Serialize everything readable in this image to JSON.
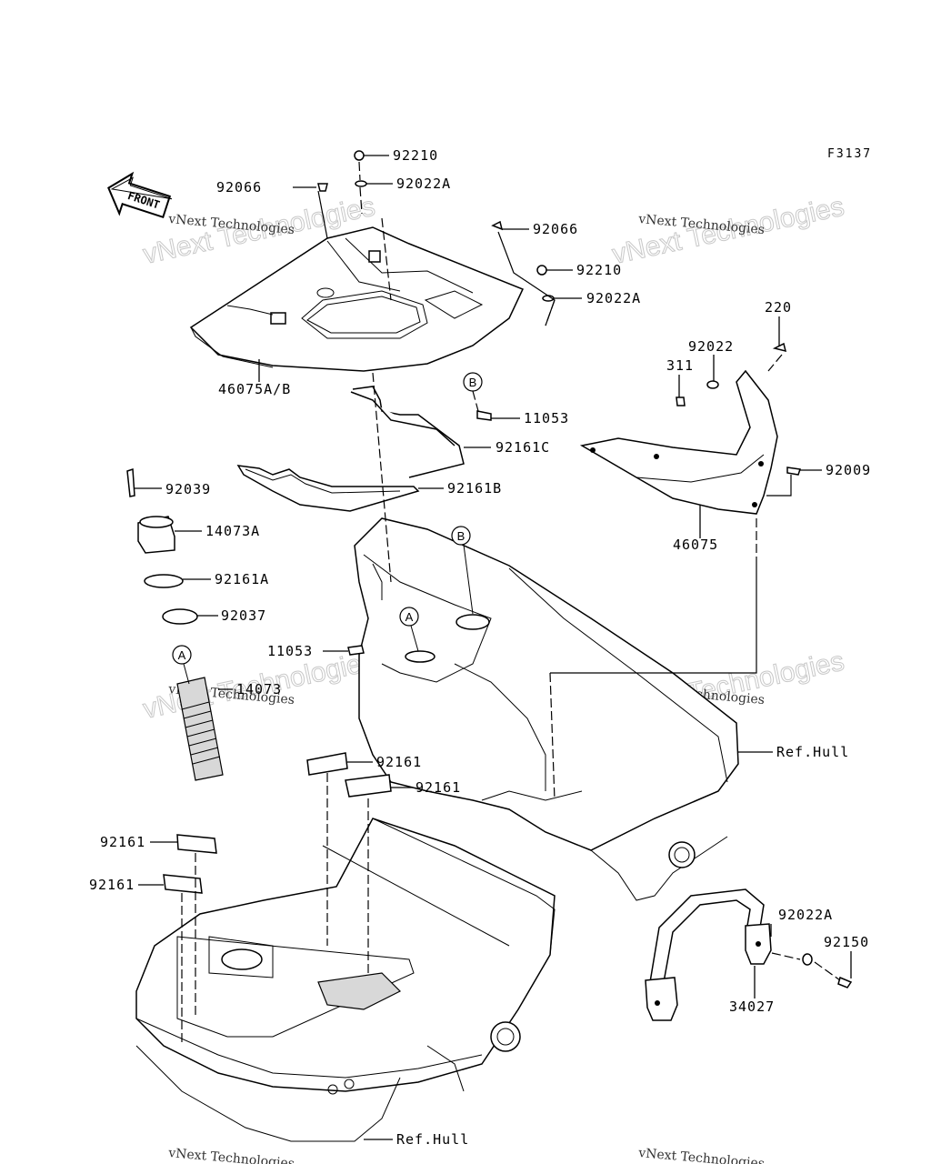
{
  "figure_code": "F3137",
  "front_arrow_label": "FRONT",
  "watermark": {
    "big": "vNext Technologies",
    "small": "vNext Technologies"
  },
  "circle_refs": {
    "a": "A",
    "b": "B"
  },
  "parts": {
    "p92210_top": "92210",
    "p92022A_top": "92022A",
    "p92066_left": "92066",
    "p92066_right": "92066",
    "p92210_right": "92210",
    "p92022A_right": "92022A",
    "p46075AB": "46075A/B",
    "p11053_upper": "11053",
    "p92161C": "92161C",
    "p92161B": "92161B",
    "p220": "220",
    "p92022": "92022",
    "p311": "311",
    "p92009": "92009",
    "p46075": "46075",
    "p92039": "92039",
    "p14073A": "14073A",
    "p92161A": "92161A",
    "p92037": "92037",
    "p11053_lower": "11053",
    "p14073": "14073",
    "refhull_upper": "Ref.Hull",
    "p92161_a": "92161",
    "p92161_b": "92161",
    "p92161_c": "92161",
    "p92161_d": "92161",
    "p92022A_lower": "92022A",
    "p92150": "92150",
    "p34027": "34027",
    "refhull_lower": "Ref.Hull"
  }
}
